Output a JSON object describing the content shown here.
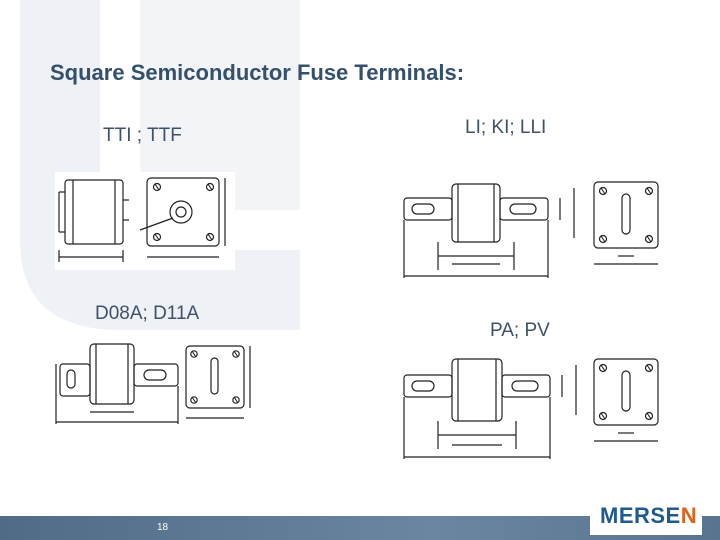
{
  "slide": {
    "title": "Square Semiconductor Fuse Terminals:",
    "page_number": "18"
  },
  "labels": {
    "tti_ttf": "TTI ; TTF",
    "li_ki_lli": "LI; KI; LLI",
    "d08a_d11a": "D08A; D11A",
    "pa_pv": "PA; PV"
  },
  "logo": {
    "main": "MERSE",
    "accent": "N"
  },
  "colors": {
    "title": "#34506c",
    "footer": "#5b7792",
    "logo_blue": "#1f5a8e",
    "logo_orange": "#e0621d"
  }
}
